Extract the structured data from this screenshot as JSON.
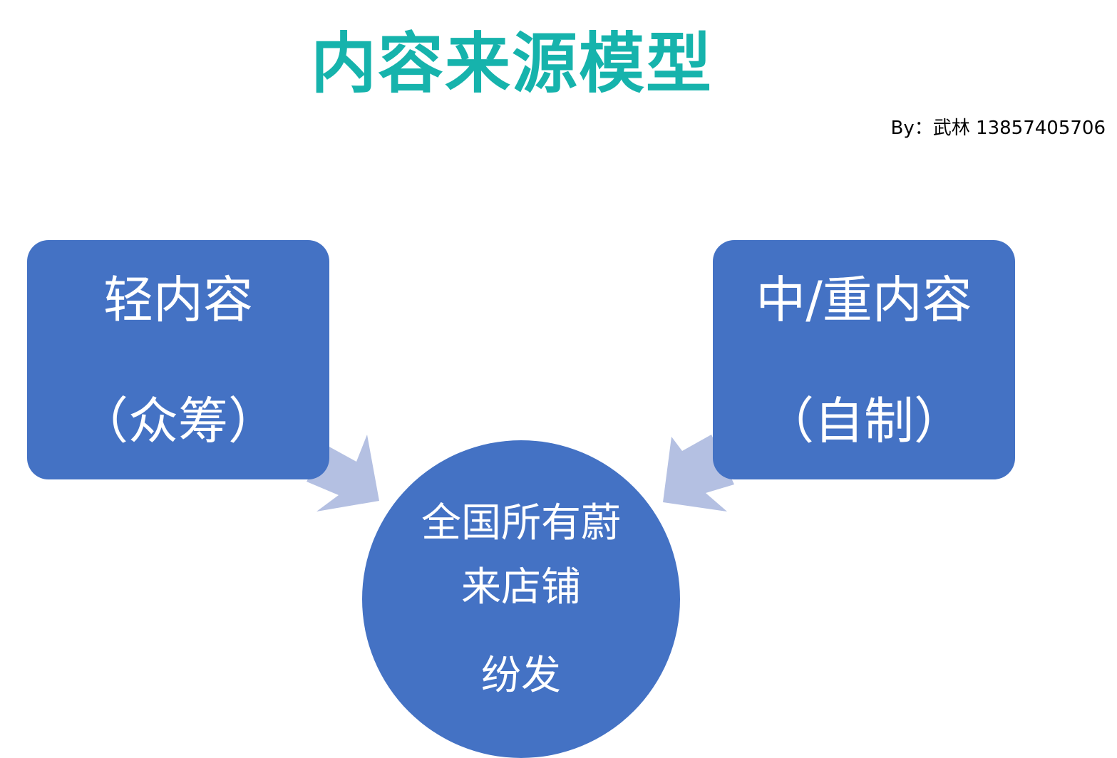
{
  "title": "内容来源模型",
  "byline": "By：武林 13857405706",
  "colors": {
    "title": "#16b3ac",
    "node": "#4472c4",
    "arrow": "#b4c0e2",
    "text_light": "#ffffff"
  },
  "nodes": {
    "light_content": {
      "label": "轻内容",
      "sub": "（众筹）"
    },
    "heavy_content": {
      "label": "中/重内容",
      "sub": "（自制）"
    },
    "distribution": {
      "line1": "全国所有蔚",
      "line2": "来店铺",
      "line3": "纷发"
    }
  },
  "edges": [
    {
      "from": "light_content",
      "to": "distribution"
    },
    {
      "from": "heavy_content",
      "to": "distribution"
    }
  ]
}
